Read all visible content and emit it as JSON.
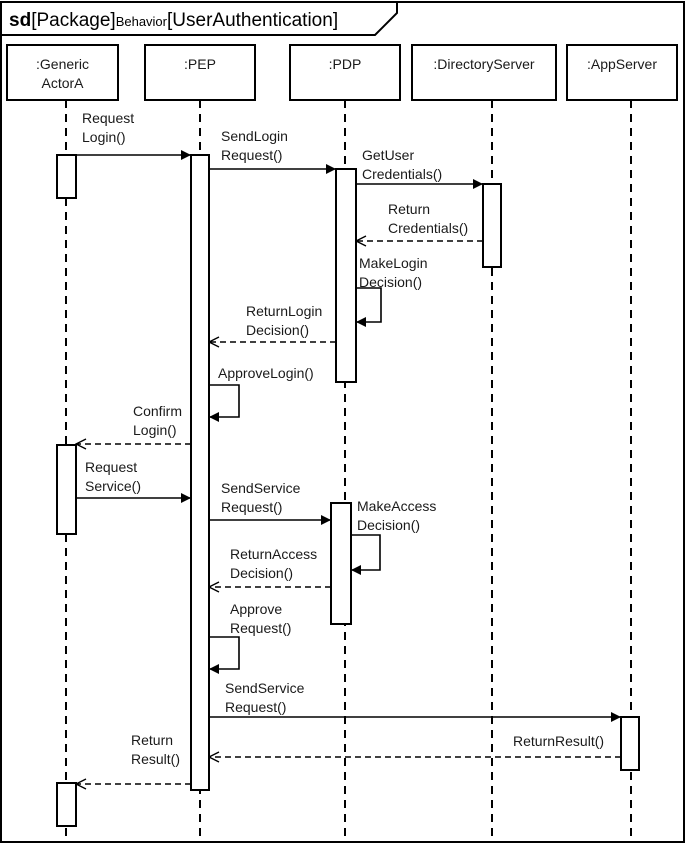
{
  "frame": {
    "keyword": "sd",
    "kind": "[Package]",
    "subkind": "Behavior",
    "name": "[UserAuthentication]"
  },
  "lifelines": [
    {
      "id": "actor",
      "line1": ":Generic",
      "line2": "ActorA"
    },
    {
      "id": "pep",
      "line1": ":PEP",
      "line2": ""
    },
    {
      "id": "pdp",
      "line1": ":PDP",
      "line2": ""
    },
    {
      "id": "dir",
      "line1": ":DirectoryServer",
      "line2": ""
    },
    {
      "id": "app",
      "line1": ":AppServer",
      "line2": ""
    }
  ],
  "messages": [
    {
      "id": "request-login",
      "lines": [
        "Request",
        "Login()"
      ],
      "type": "call"
    },
    {
      "id": "send-login-request",
      "lines": [
        "SendLogin",
        "Request()"
      ],
      "type": "call"
    },
    {
      "id": "get-user-credentials",
      "lines": [
        "GetUser",
        "Credentials()"
      ],
      "type": "call"
    },
    {
      "id": "return-credentials",
      "lines": [
        "Return",
        "Credentials()"
      ],
      "type": "return"
    },
    {
      "id": "make-login-decision",
      "lines": [
        "MakeLogin",
        "Decision()"
      ],
      "type": "self"
    },
    {
      "id": "return-login-decision",
      "lines": [
        "ReturnLogin",
        "Decision()"
      ],
      "type": "return"
    },
    {
      "id": "approve-login",
      "lines": [
        "ApproveLogin()"
      ],
      "type": "self"
    },
    {
      "id": "confirm-login",
      "lines": [
        "Confirm",
        "Login()"
      ],
      "type": "return"
    },
    {
      "id": "request-service",
      "lines": [
        "Request",
        "Service()"
      ],
      "type": "call"
    },
    {
      "id": "send-service-request-1",
      "lines": [
        "SendService",
        "Request()"
      ],
      "type": "call"
    },
    {
      "id": "make-access-decision",
      "lines": [
        "MakeAccess",
        "Decision()"
      ],
      "type": "self"
    },
    {
      "id": "return-access-decision",
      "lines": [
        "ReturnAccess",
        "Decision()"
      ],
      "type": "return"
    },
    {
      "id": "approve-request",
      "lines": [
        "Approve",
        "Request()"
      ],
      "type": "self"
    },
    {
      "id": "send-service-request-2",
      "lines": [
        "SendService",
        "Request()"
      ],
      "type": "call"
    },
    {
      "id": "return-result-app",
      "lines": [
        "ReturnResult()"
      ],
      "type": "return"
    },
    {
      "id": "return-result",
      "lines": [
        "Return",
        "Result()"
      ],
      "type": "return"
    }
  ]
}
